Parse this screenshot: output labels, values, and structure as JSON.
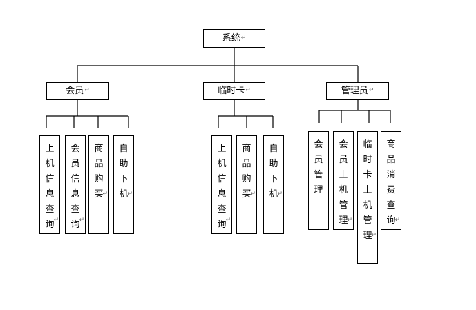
{
  "root": {
    "label": "系统"
  },
  "mid": [
    {
      "label": "会员",
      "children": [
        "上机信息查询",
        "会员信息查询",
        "商品购买",
        "自助下机"
      ]
    },
    {
      "label": "临时卡",
      "children": [
        "上机信息查询",
        "商品购买",
        "自助下机"
      ]
    },
    {
      "label": "管理员",
      "children": [
        "会员管理",
        "会员上机管理",
        "临时卡上机管理",
        "商品消费查询"
      ]
    }
  ],
  "return_mark": "↵"
}
